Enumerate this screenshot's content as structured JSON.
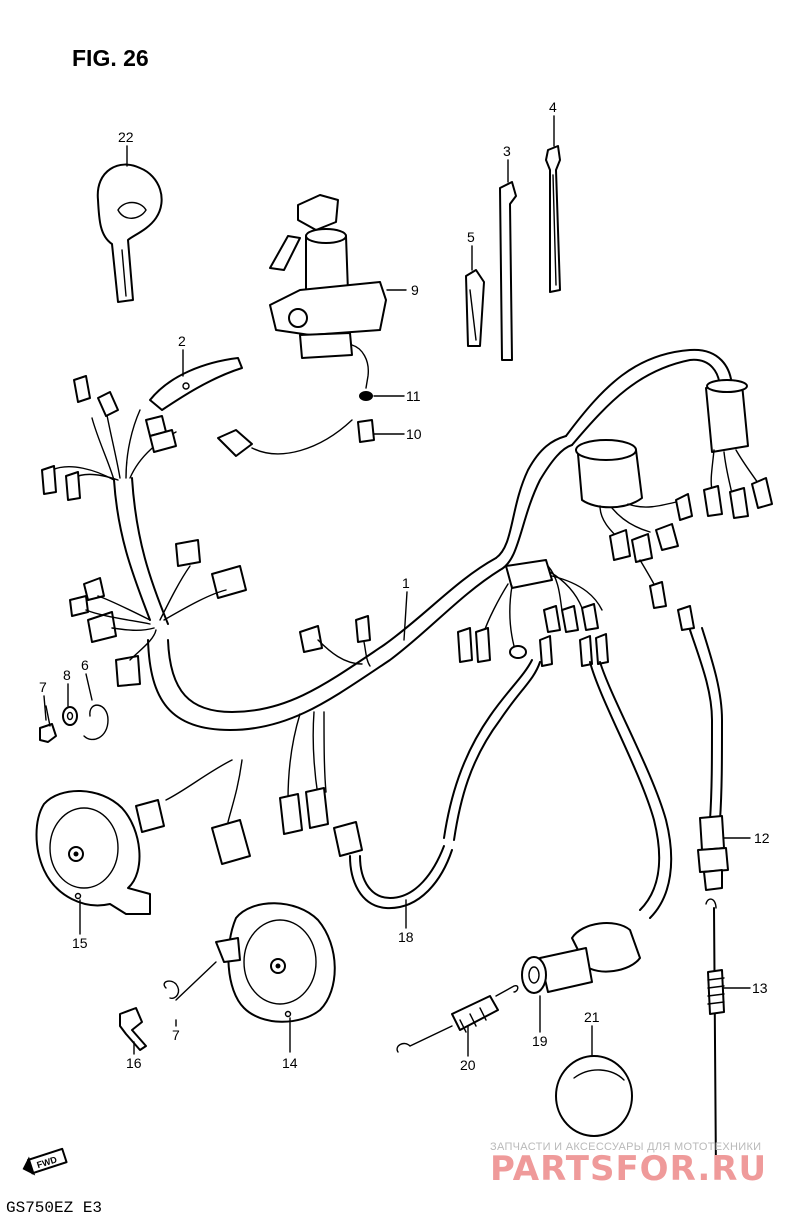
{
  "figure": {
    "title": "FIG. 26"
  },
  "callouts": {
    "p1": "1",
    "p2": "2",
    "p3": "3",
    "p4": "4",
    "p5": "5",
    "p6": "6",
    "p7a": "7",
    "p7b": "7",
    "p8": "8",
    "p9": "9",
    "p10": "10",
    "p11": "11",
    "p12": "12",
    "p13": "13",
    "p14": "14",
    "p15": "15",
    "p16": "16",
    "p18": "18",
    "p19": "19",
    "p20": "20",
    "p21": "21",
    "p22": "22"
  },
  "footer": {
    "model": "GS750EZ  E3",
    "direction_badge": "FWD"
  },
  "watermark": {
    "line1": "ЗАПЧАСТИ И АКСЕССУАРЫ ДЛЯ МОТОТЕХНИКИ",
    "line2": "PARTSFOR.RU"
  }
}
